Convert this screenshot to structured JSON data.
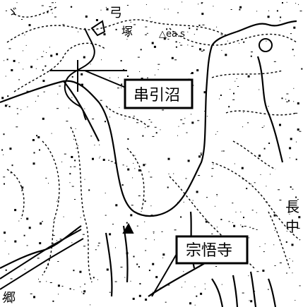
{
  "map": {
    "callouts": [
      {
        "id": "kushibiki",
        "text": "串引沼"
      },
      {
        "id": "sougoji",
        "text": "宗悟寺"
      }
    ],
    "printed_labels": [
      {
        "id": "label-top-left-1",
        "text": "ゞ"
      },
      {
        "id": "label-top-left-2",
        "text": "・"
      },
      {
        "id": "label-top-1",
        "text": "弓"
      },
      {
        "id": "label-top-2",
        "text": "塚"
      },
      {
        "id": "label-elev",
        "text": "△ea.s"
      },
      {
        "id": "label-right-naga",
        "text": "長"
      },
      {
        "id": "label-right-naka",
        "text": "中"
      },
      {
        "id": "label-bottom-left",
        "text": "郷"
      }
    ],
    "colors": {
      "ink": "#000000",
      "paper": "#ffffff"
    }
  }
}
